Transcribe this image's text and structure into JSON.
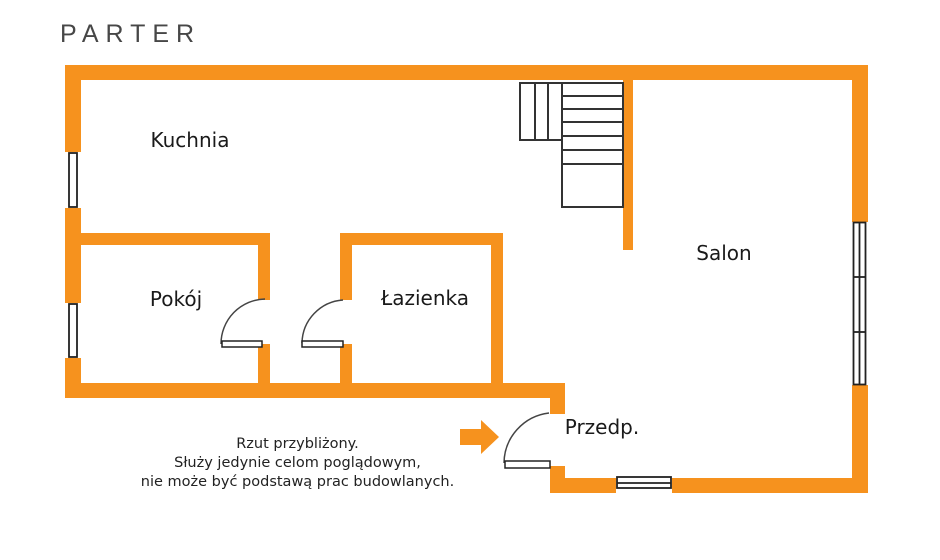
{
  "title": "PARTER",
  "rooms": {
    "kuchnia": "Kuchnia",
    "pokoj": "Pokój",
    "lazienka": "Łazienka",
    "salon": "Salon",
    "przedpokoj": "Przedp."
  },
  "disclaimer": {
    "line1": "Rzut przybliżony.",
    "line2": "Służy jedynie celom poglądowym,",
    "line3": "nie może być podstawą prac budowlanych."
  },
  "colors": {
    "wall_orange": "#F6921E",
    "stair_line": "#333333",
    "window_line": "#222222",
    "label_text": "#1a1a1a",
    "title_text": "#474747"
  },
  "icons": {
    "entrance_arrow": "right-arrow-icon"
  }
}
